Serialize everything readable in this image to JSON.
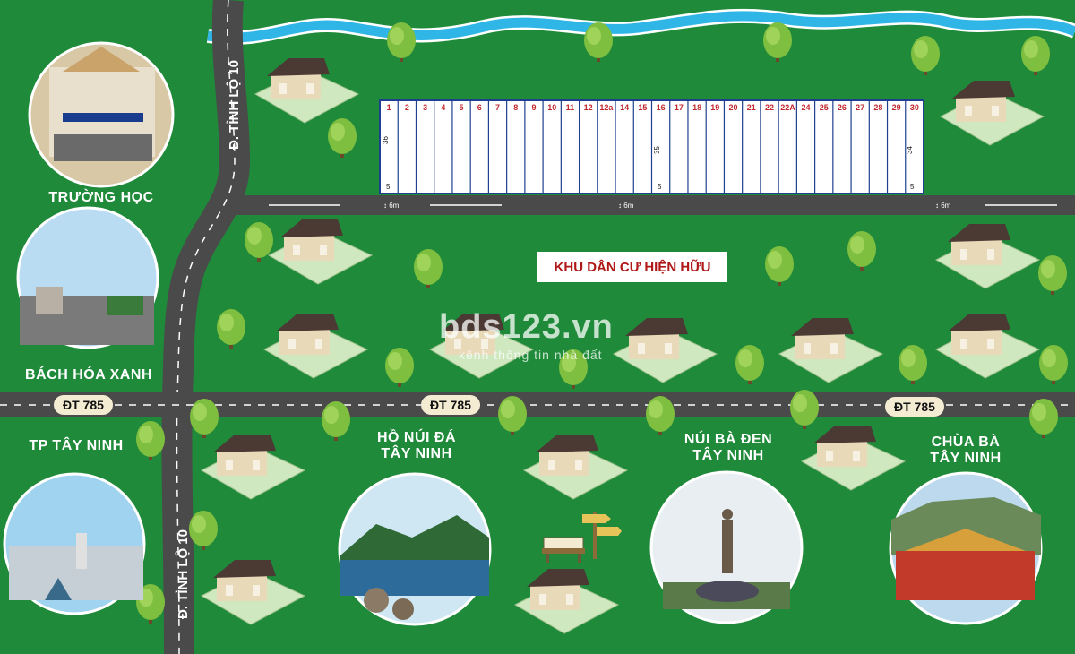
{
  "labels": {
    "school": "TRƯỜNG HỌC",
    "grocery": "BÁCH HÓA XANH",
    "city": "TP TÂY NINH",
    "lake_line1": "HỒ NÚI ĐÁ",
    "lake_line2": "TÂY NINH",
    "mountain_line1": "NÚI BÀ ĐEN",
    "mountain_line2": "TÂY NINH",
    "pagoda_line1": "CHÙA BÀ",
    "pagoda_line2": "TÂY NINH",
    "residential": "KHU DÂN CƯ HIỆN HỮU"
  },
  "roads": {
    "provincial_road": "Đ. TỈNH LỘ 10",
    "highway": "ĐT 785",
    "internal_width": "6m"
  },
  "lots": {
    "numbers": [
      "1",
      "2",
      "3",
      "4",
      "5",
      "6",
      "7",
      "8",
      "9",
      "10",
      "11",
      "12",
      "12a",
      "14",
      "15",
      "16",
      "17",
      "18",
      "19",
      "20",
      "21",
      "22",
      "22A",
      "24",
      "25",
      "26",
      "27",
      "28",
      "29",
      "30"
    ],
    "depth_left": "36",
    "depth_middle": "35",
    "depth_right": "34",
    "frontage": "5"
  },
  "watermark": {
    "site": "bds123.vn",
    "tagline": "kênh thông tin nhà đất"
  },
  "colors": {
    "grass": "#1f8a3a",
    "road": "#4a4a4a",
    "river": "#2fb6e6",
    "lot_border": "#1f3f8f",
    "lot_number": "#c0282d"
  },
  "icons": [
    "house-icon",
    "tree-icon",
    "bench-icon",
    "signpost-icon"
  ]
}
